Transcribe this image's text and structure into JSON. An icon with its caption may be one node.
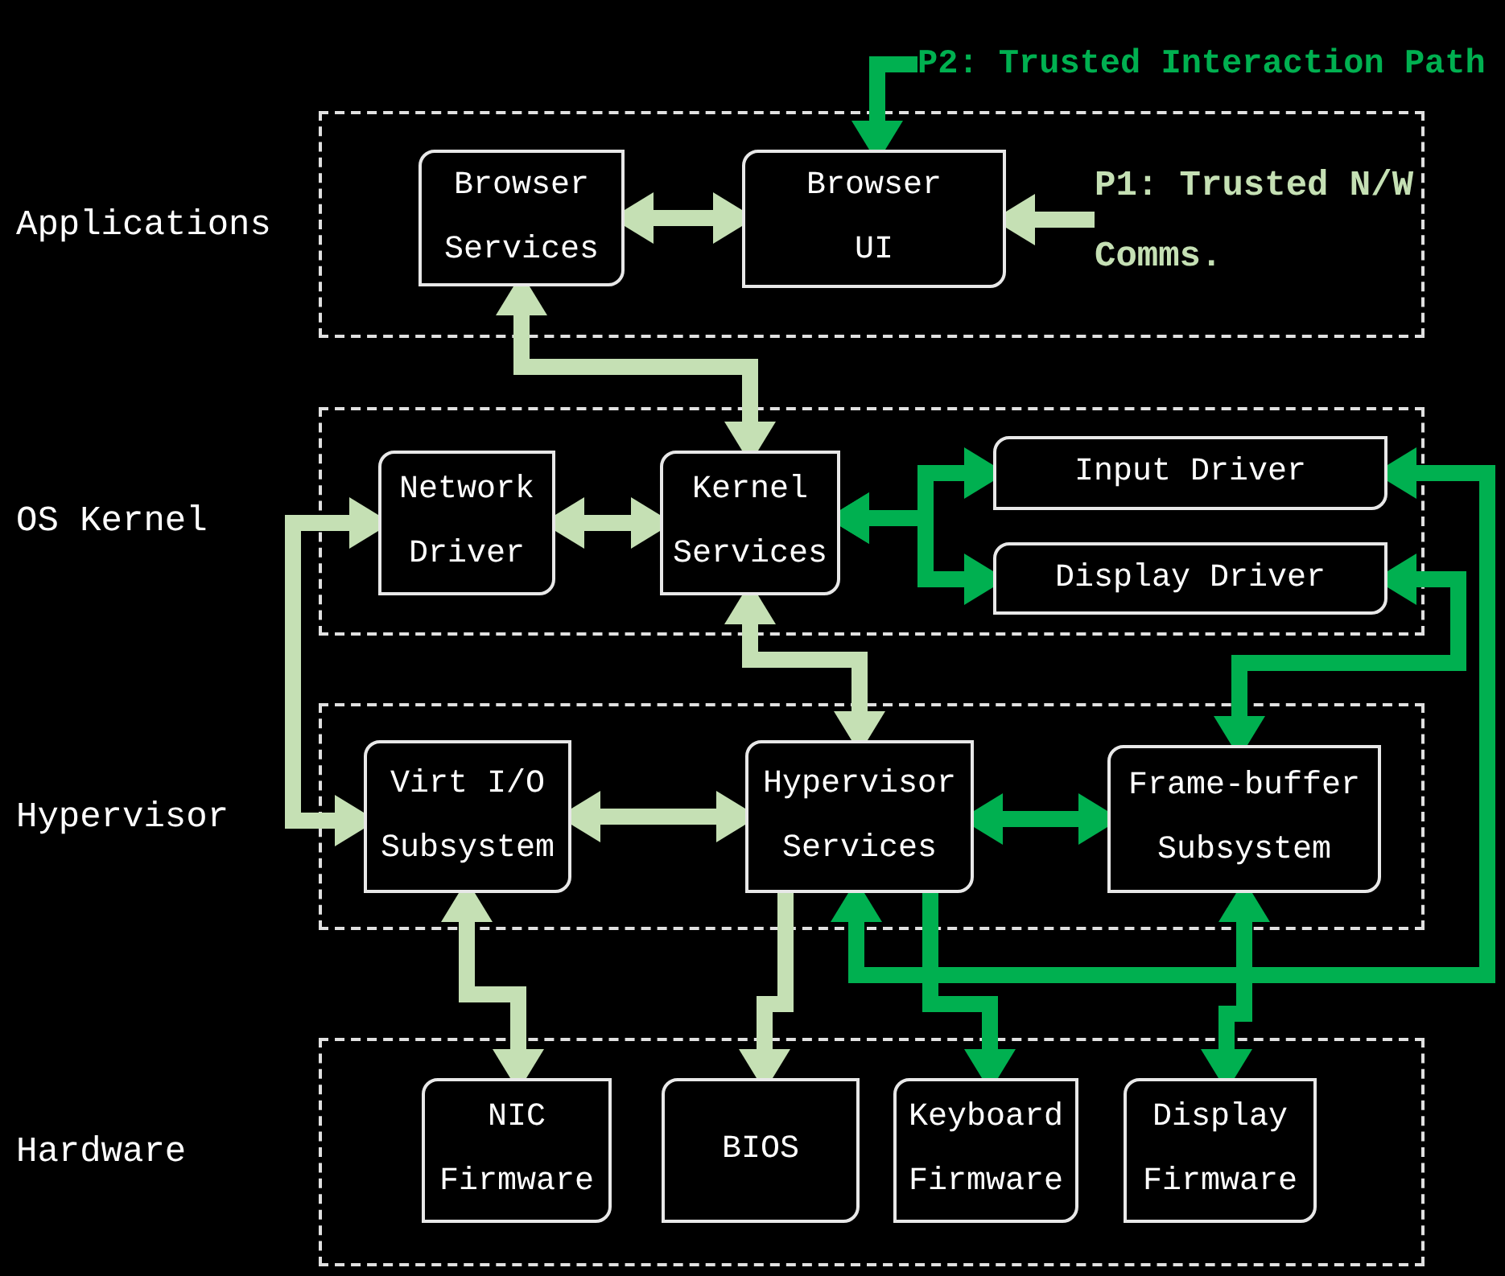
{
  "diagram": {
    "nodes": [
      {
        "text": [
          "Applications"
        ]
      },
      {
        "text": [
          "Browser Services"
        ],
        "in": 0
      },
      {
        "text": [
          "Browser UI"
        ],
        "in": 0
      },
      {
        "text": [
          "P1: Trusted N/W Comms."
        ],
        "in": 0
      },
      {
        "text": [
          "P2: Trusted Interaction Path"
        ]
      },
      {
        "text": [
          "OS Kernel"
        ]
      },
      {
        "text": [
          "Network Driver"
        ],
        "in": 5
      },
      {
        "text": [
          "Kernel Services"
        ],
        "in": 5
      },
      {
        "text": [
          "Input Driver"
        ],
        "in": 5
      },
      {
        "text": [
          "Display Driver"
        ],
        "in": 5
      },
      {
        "text": [
          "Hypervisor"
        ]
      },
      {
        "text": [
          "Virt I/O Subsystem"
        ],
        "in": 10
      },
      {
        "text": [
          "Hypervisor Services"
        ],
        "in": 10
      },
      {
        "text": [
          "Frame-buffer Subsystem"
        ],
        "in": 10
      },
      {
        "text": [
          "Hardware"
        ]
      },
      {
        "text": [
          "NIC Firmware"
        ],
        "in": 14
      },
      {
        "text": [
          "BIOS"
        ],
        "in": 14
      },
      {
        "text": [
          "Keyboard Firmware"
        ],
        "in": 14
      },
      {
        "text": [
          "Display Firmware"
        ],
        "in": 14
      }
    ],
    "edges": [
      {
        "from": 1,
        "to": 2,
        "arrow": "both"
      },
      {
        "from": 1,
        "to": 7,
        "arrow": "both"
      },
      {
        "from": 3,
        "to": 2,
        "arrow": "to"
      },
      {
        "from": 4,
        "to": 2,
        "arrow": "to",
        "color": "#00b050"
      },
      {
        "from": 6,
        "to": 7,
        "arrow": "both"
      },
      {
        "from": 7,
        "to": 8,
        "arrow": "both",
        "color": "#00b050"
      },
      {
        "from": 7,
        "to": 9,
        "arrow": "both",
        "color": "#00b050"
      },
      {
        "from": 8,
        "to": 12,
        "arrow": "both",
        "color": "#00b050"
      },
      {
        "from": 9,
        "to": 13,
        "arrow": "both",
        "color": "#00b050"
      },
      {
        "from": 6,
        "to": 11,
        "arrow": "both"
      },
      {
        "from": 7,
        "to": 12,
        "arrow": "both"
      },
      {
        "from": 11,
        "to": 12,
        "arrow": "both"
      },
      {
        "from": 12,
        "to": 13,
        "arrow": "both",
        "color": "#00b050"
      },
      {
        "from": 11,
        "to": 15,
        "arrow": "both"
      },
      {
        "from": 12,
        "to": 16,
        "arrow": "to"
      },
      {
        "from": 12,
        "to": 17,
        "arrow": "to",
        "color": "#00b050"
      },
      {
        "from": 13,
        "to": 18,
        "arrow": "both",
        "color": "#00b050"
      }
    ]
  }
}
